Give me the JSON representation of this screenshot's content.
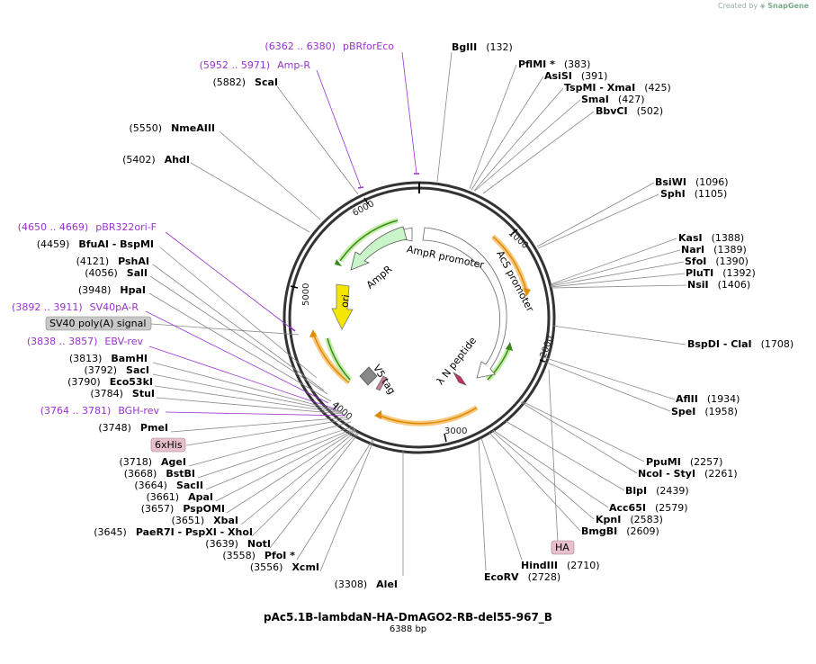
{
  "watermark": {
    "prefix": "Created by",
    "brand": "SnapGene"
  },
  "plasmid": {
    "name": "pAc5.1B-lambdaN-HA-DmAGO2-RB-del55-967_B",
    "length_label": "6388 bp",
    "length": 6388
  },
  "ticks": [
    "1000",
    "2000",
    "3000",
    "4000",
    "5000",
    "6000"
  ],
  "inner_features": [
    {
      "name": "AmpR promoter"
    },
    {
      "name": "AmpR"
    },
    {
      "name": "AcS promoter"
    },
    {
      "name": "ori"
    },
    {
      "name": "V5 tag"
    },
    {
      "name": "λ N peptide"
    }
  ],
  "sites_right": [
    {
      "name": "BglII",
      "pos": "(132)"
    },
    {
      "name": "PflMI *",
      "pos": "(383)"
    },
    {
      "name": "AsiSI",
      "pos": "(391)"
    },
    {
      "name": "TspMI  -  XmaI",
      "pos": "(425)"
    },
    {
      "name": "SmaI",
      "pos": "(427)"
    },
    {
      "name": "BbvCI",
      "pos": "(502)"
    },
    {
      "name": "BsiWI",
      "pos": "(1096)"
    },
    {
      "name": "SphI",
      "pos": "(1105)"
    },
    {
      "name": "KasI",
      "pos": "(1388)"
    },
    {
      "name": "NarI",
      "pos": "(1389)"
    },
    {
      "name": "SfoI",
      "pos": "(1390)"
    },
    {
      "name": "PluTI",
      "pos": "(1392)"
    },
    {
      "name": "NsiI",
      "pos": "(1406)"
    },
    {
      "name": "BspDI  -  ClaI",
      "pos": "(1708)"
    },
    {
      "name": "AflII",
      "pos": "(1934)"
    },
    {
      "name": "SpeI",
      "pos": "(1958)"
    },
    {
      "name": "PpuMI",
      "pos": "(2257)"
    },
    {
      "name": "NcoI  -  StyI",
      "pos": "(2261)"
    },
    {
      "name": "BlpI",
      "pos": "(2439)"
    },
    {
      "name": "Acc65I",
      "pos": "(2579)"
    },
    {
      "name": "KpnI",
      "pos": "(2583)"
    },
    {
      "name": "BmgBI",
      "pos": "(2609)"
    },
    {
      "name": "HindIII",
      "pos": "(2710)"
    },
    {
      "name": "EcoRV",
      "pos": "(2728)"
    }
  ],
  "sites_left": [
    {
      "name": "ScaI",
      "pos": "(5882)"
    },
    {
      "name": "NmeAIII",
      "pos": "(5550)"
    },
    {
      "name": "AhdI",
      "pos": "(5402)"
    },
    {
      "name": "BfuAI  -  BspMI",
      "pos": "(4459)"
    },
    {
      "name": "PshAI",
      "pos": "(4121)"
    },
    {
      "name": "SalI",
      "pos": "(4056)"
    },
    {
      "name": "HpaI",
      "pos": "(3948)"
    },
    {
      "name": "BamHI",
      "pos": "(3813)"
    },
    {
      "name": "SacI",
      "pos": "(3792)"
    },
    {
      "name": "Eco53kI",
      "pos": "(3790)"
    },
    {
      "name": "StuI",
      "pos": "(3784)"
    },
    {
      "name": "PmeI",
      "pos": "(3748)"
    },
    {
      "name": "AgeI",
      "pos": "(3718)"
    },
    {
      "name": "BstBI",
      "pos": "(3668)"
    },
    {
      "name": "SacII",
      "pos": "(3664)"
    },
    {
      "name": "ApaI",
      "pos": "(3661)"
    },
    {
      "name": "PspOMI",
      "pos": "(3657)"
    },
    {
      "name": "XbaI",
      "pos": "(3651)"
    },
    {
      "name": "PaeR7I  -  PspXI  -  XhoI",
      "pos": "(3645)"
    },
    {
      "name": "NotI",
      "pos": "(3639)"
    },
    {
      "name": "PfoI *",
      "pos": "(3558)"
    },
    {
      "name": "XcmI",
      "pos": "(3556)"
    },
    {
      "name": "AleI",
      "pos": "(3308)"
    }
  ],
  "primer_labels": [
    {
      "range": "(6362 .. 6380)",
      "name": "pBRforEco"
    },
    {
      "range": "(5952 .. 5971)",
      "name": "Amp-R"
    },
    {
      "range": "(4650 .. 4669)",
      "name": "pBR322ori-F"
    },
    {
      "range": "(3892 .. 3911)",
      "name": "SV40pA-R"
    },
    {
      "range": "(3838 .. 3857)",
      "name": "EBV-rev"
    },
    {
      "range": "(3764 .. 3781)",
      "name": "BGH-rev"
    }
  ],
  "feature_badges": [
    {
      "name": "SV40 poly(A) signal"
    },
    {
      "name": "6xHis"
    },
    {
      "name": "HA"
    }
  ],
  "colors": {
    "feature_text": "#9933cc",
    "orange": "#f0a020",
    "green": "#3a9a1a",
    "ori": "#f5e600",
    "ampr": "#c9f5c9",
    "badge_gray": "#c8c8c8",
    "badge_pink": "#e8c0cc"
  }
}
